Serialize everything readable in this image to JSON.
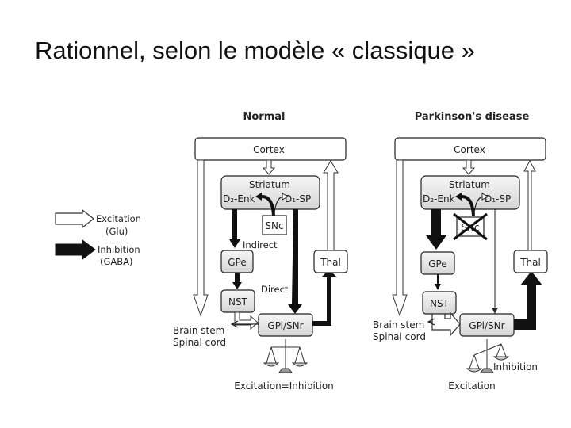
{
  "slide": {
    "title": "Rationnel,  selon le modèle « classique »"
  },
  "legend": {
    "excitation": "Excitation",
    "excitation_sub": "(Glu)",
    "inhibition": "Inhibition",
    "inhibition_sub": "(GABA)"
  },
  "panels": [
    {
      "title": "Normal",
      "cortex": "Cortex",
      "striatum": "Striatum",
      "d2": "D₂-Enk",
      "d1": "D₁-SP",
      "snc": "SNc",
      "indirect": "Indirect",
      "direct": "Direct",
      "gpe": "GPe",
      "nst": "NST",
      "gpi": "GPi/SNr",
      "thal": "Thal",
      "brainstem_1": "Brain stem",
      "brainstem_2": "Spinal cord",
      "footer": "Excitation=Inhibition"
    },
    {
      "title": "Parkinson's disease",
      "cortex": "Cortex",
      "striatum": "Striatum",
      "d2": "D₂-Enk",
      "d1": "D₁-SP",
      "snc": "SNc",
      "gpe": "GPe",
      "nst": "NST",
      "gpi": "GPi/SNr",
      "thal": "Thal",
      "brainstem_1": "Brain stem",
      "brainstem_2": "Spinal cord",
      "inhibition": "Inhibition",
      "footer": "Excitation"
    }
  ],
  "colors": {
    "box_fill": "#e8e8e8",
    "stroke": "#222222"
  }
}
